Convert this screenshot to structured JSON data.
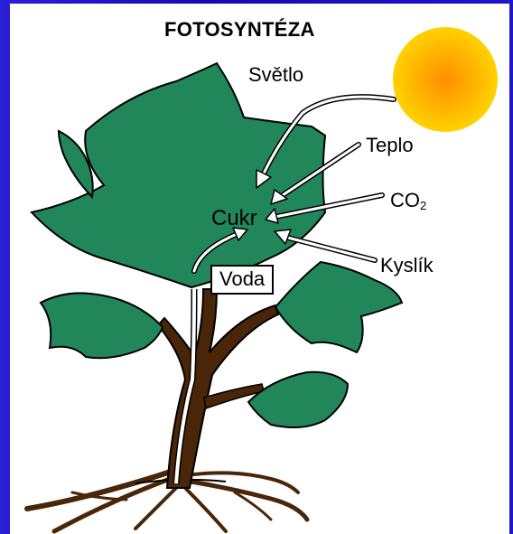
{
  "title": "FOTOSYNTÉZA",
  "labels": {
    "light": "Světlo",
    "heat": "Teplo",
    "co2_main": "CO",
    "co2_sub": "2",
    "oxygen": "Kyslík",
    "sugar": "Cukr",
    "water": "Voda"
  },
  "colors": {
    "background": "#1a13c4",
    "leaf": "#21875a",
    "stem": "#4a2608",
    "sun_center": "#ff9a00",
    "sun_edge": "#ffd200"
  },
  "icons": {
    "sun": "sun-icon",
    "plant": "plant-icon"
  }
}
